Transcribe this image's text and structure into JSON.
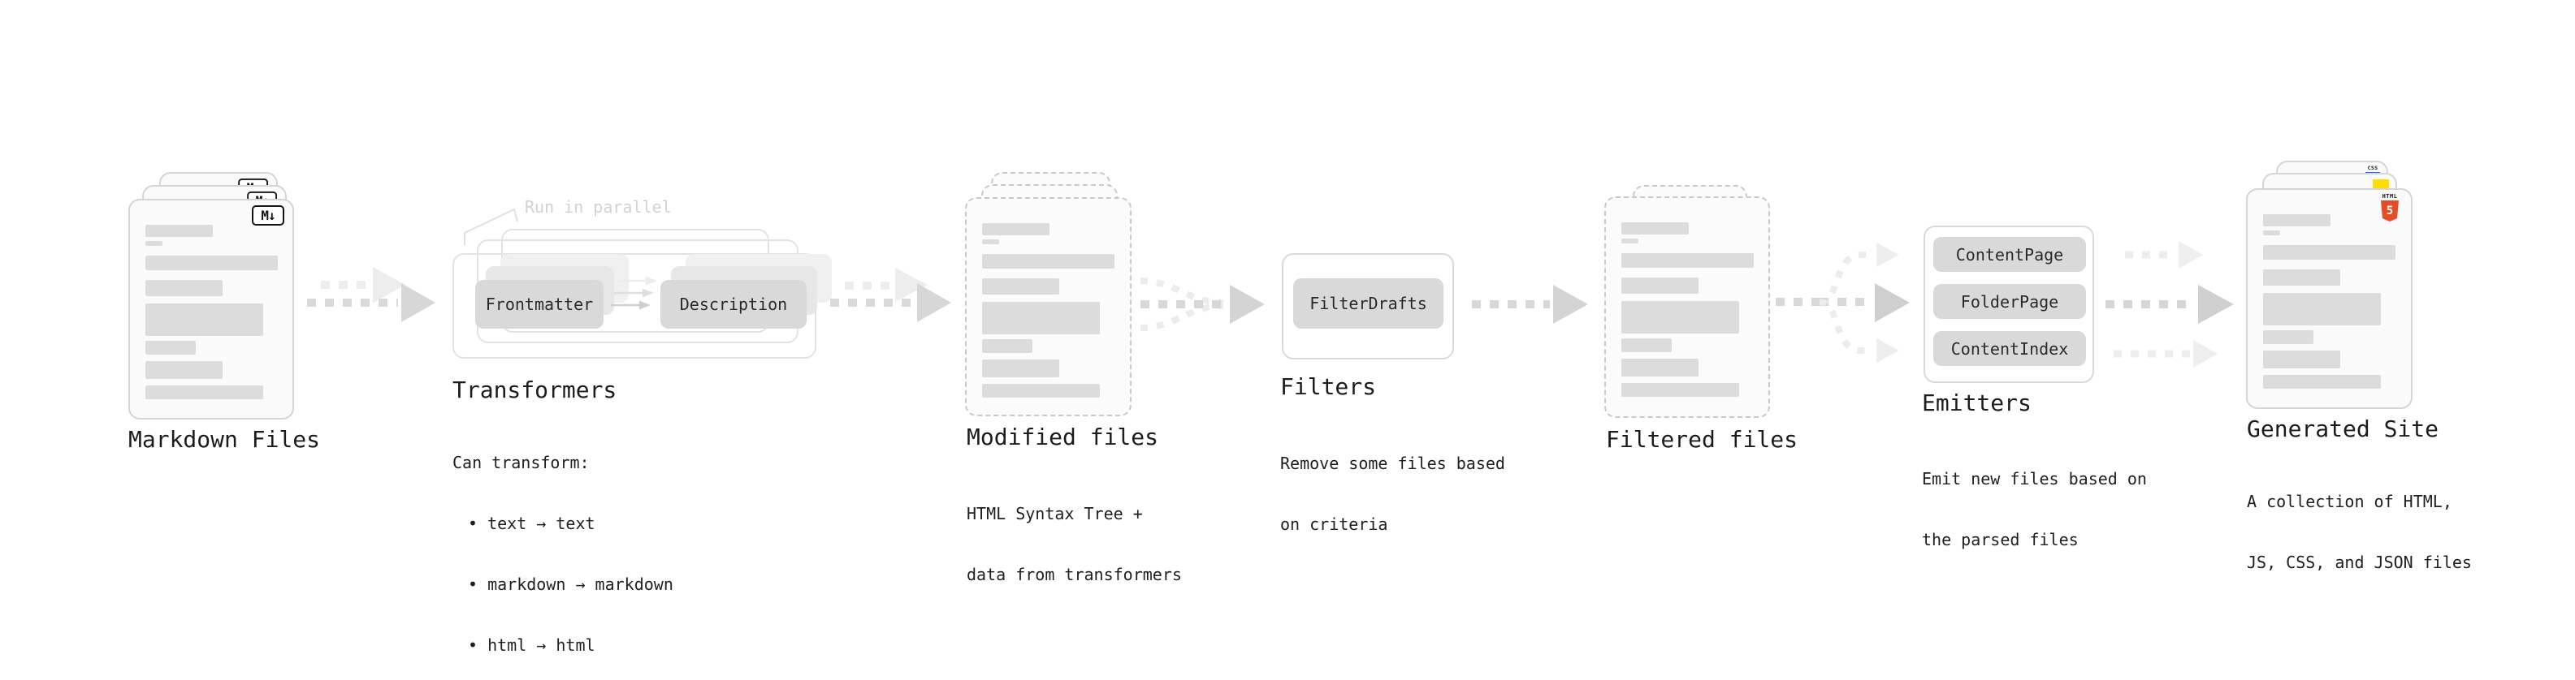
{
  "stages": {
    "markdown_files": {
      "label": "Markdown Files",
      "badge": "M↓"
    },
    "transformers": {
      "label": "Transformers",
      "note": "Run in parallel",
      "buttons": [
        "Frontmatter",
        "Description"
      ],
      "desc_title": "Can transform:",
      "bullets": [
        "• text → text",
        "• markdown → markdown",
        "• html → html"
      ]
    },
    "modified_files": {
      "label": "Modified files",
      "desc_lines": [
        "HTML Syntax Tree +",
        "data from transformers"
      ]
    },
    "filters": {
      "label": "Filters",
      "buttons": [
        "FilterDrafts"
      ],
      "desc_lines": [
        "Remove some files based",
        "on criteria"
      ]
    },
    "filtered_files": {
      "label": "Filtered files"
    },
    "emitters": {
      "label": "Emitters",
      "buttons": [
        "ContentPage",
        "FolderPage",
        "ContentIndex"
      ],
      "desc_lines": [
        "Emit new files based on",
        "the parsed files"
      ]
    },
    "generated_site": {
      "label": "Generated Site",
      "desc_lines": [
        "A collection of HTML,",
        "JS, CSS, and JSON files"
      ],
      "badges": {
        "html5_word": "HTML",
        "html5_number": "5",
        "css_word": "CSS"
      }
    }
  },
  "colors": {
    "html5_orange": "#e44d26",
    "js_yellow": "#ffdd00",
    "css_blue": "#2760e6",
    "placeholder_bar": "#dcdcdc",
    "pill_gray": "#d9d9d9",
    "arrow_gray": "#d6d6d6"
  }
}
